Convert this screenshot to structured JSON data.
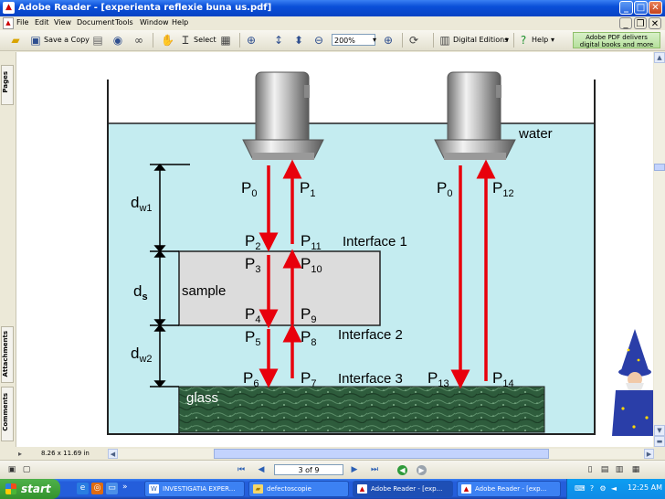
{
  "window": {
    "title": "Adobe Reader - [experienta reflexie buna us.pdf]",
    "app_icon": "pdf-document-icon"
  },
  "menu": {
    "items": [
      "File",
      "Edit",
      "View",
      "Document",
      "Tools",
      "Window",
      "Help"
    ]
  },
  "toolbar": {
    "save_copy_label": "Save a Copy",
    "select_label": "Select",
    "zoom_value": "200%",
    "digital_editions_label": "Digital Editions",
    "help_label": "Help",
    "promo_line1": "Adobe PDF delivers",
    "promo_line2": "digital books and more"
  },
  "side_tabs": {
    "pages": "Pages",
    "attachments": "Attachments",
    "comments": "Comments"
  },
  "status": {
    "page_size": "8.26 x 11.69 in"
  },
  "navigation": {
    "page_indicator": "3 of 9"
  },
  "diagram": {
    "water": "water",
    "dw1_main": "d",
    "dw1_sub": "w1",
    "ds_main": "d",
    "ds_sub": "s",
    "dw2_main": "d",
    "dw2_sub": "w2",
    "sample": "sample",
    "glass": "glass",
    "interface1": "Interface 1",
    "interface2": "Interface 2",
    "interface3": "Interface 3",
    "p_left": {
      "p0": "0",
      "p1": "1",
      "p2": "2",
      "p11": "11",
      "p3": "3",
      "p10": "10",
      "p4": "4",
      "p9": "9",
      "p5": "5",
      "p8": "8",
      "p6": "6",
      "p7": "7"
    },
    "p_right": {
      "p0": "0",
      "p12": "12",
      "p13": "13",
      "p14": "14"
    },
    "p_letter": "P"
  },
  "taskbar": {
    "start_label": "start",
    "tasks": [
      "INVESTIGATIA EXPER...",
      "defectoscopie",
      "Adobe Reader - [exp...",
      "Adobe Reader - [exp..."
    ],
    "clock": "12:25 AM"
  },
  "colors": {
    "water": "#c4ecf0",
    "beam": "#e8000c",
    "sample_fill": "#dcdcdc",
    "glass": "#2d5a3a",
    "xp_blue": "#245edb"
  }
}
